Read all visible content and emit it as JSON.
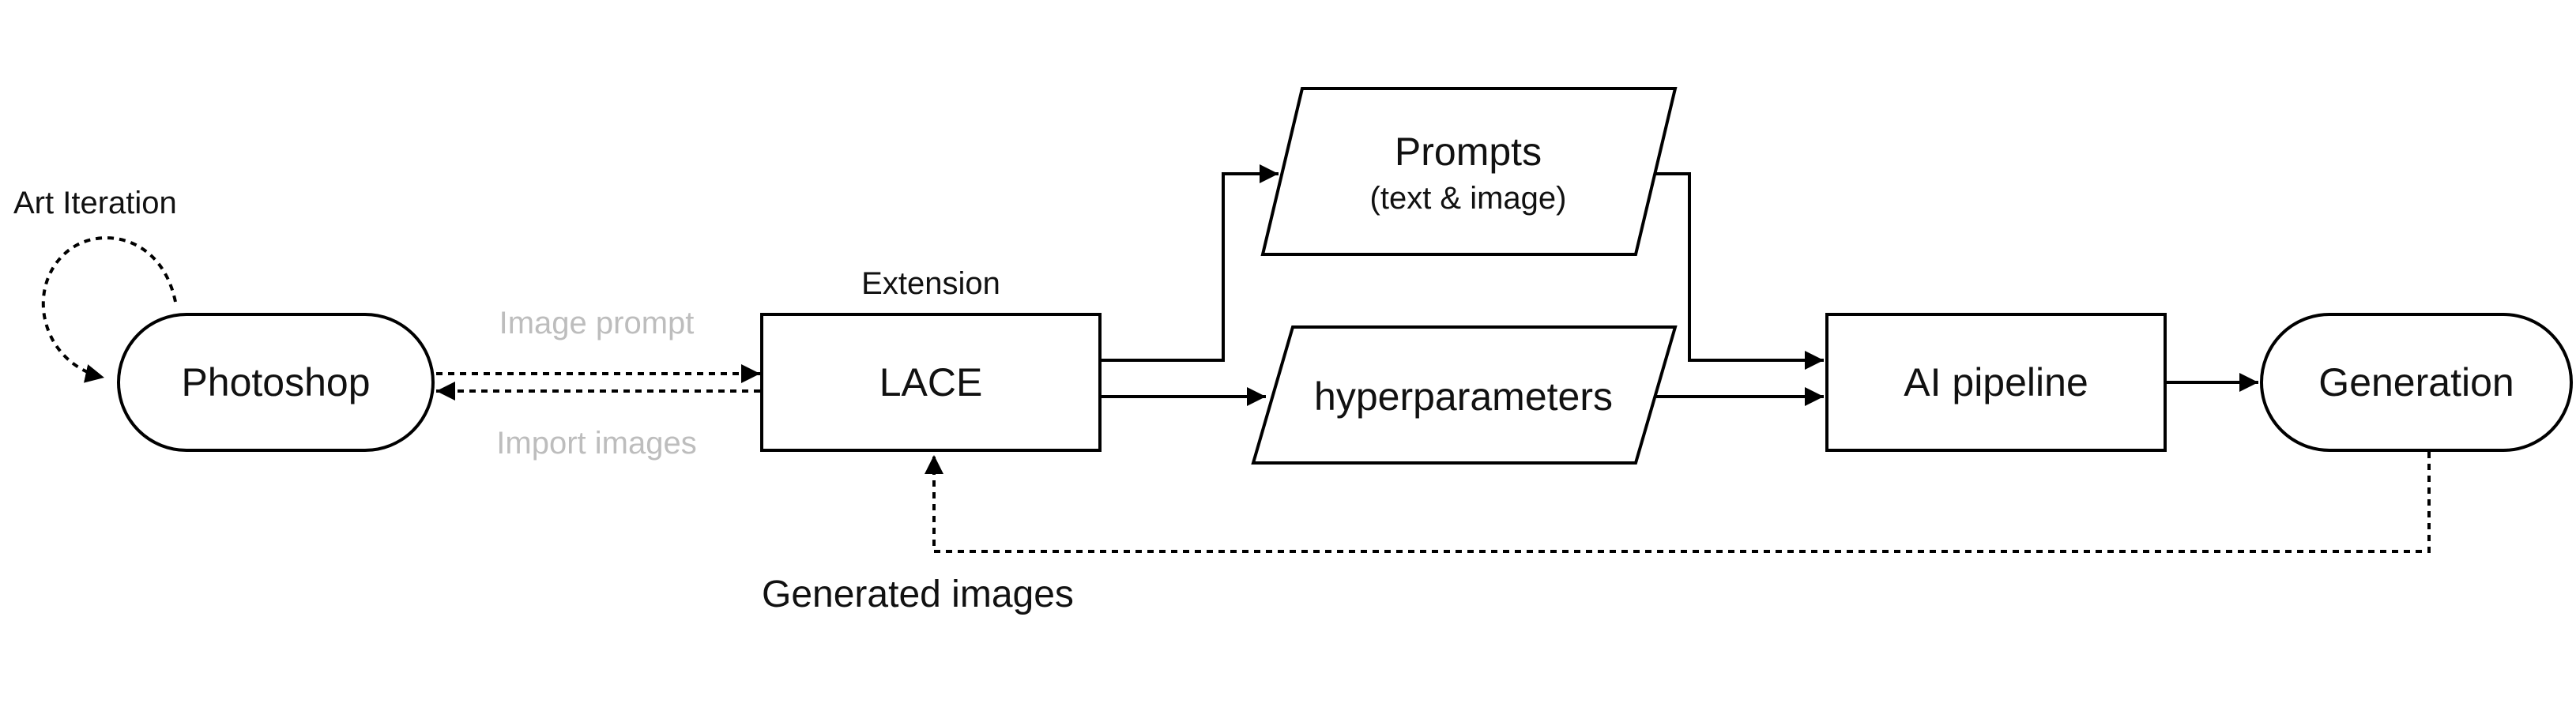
{
  "nodes": {
    "photoshop": "Photoshop",
    "lace": "LACE",
    "prompts_title": "Prompts",
    "prompts_sub": "(text & image)",
    "hyperparameters": "hyperparameters",
    "ai_pipeline": "AI pipeline",
    "generation": "Generation"
  },
  "labels": {
    "art_iteration": "Art Iteration",
    "extension": "Extension",
    "image_prompt": "Image prompt",
    "import_images": "Import images",
    "generated_images": "Generated images"
  },
  "colors": {
    "stroke": "#000000",
    "text": "#111111",
    "muted_text": "#bdbdbd",
    "background": "#ffffff"
  }
}
